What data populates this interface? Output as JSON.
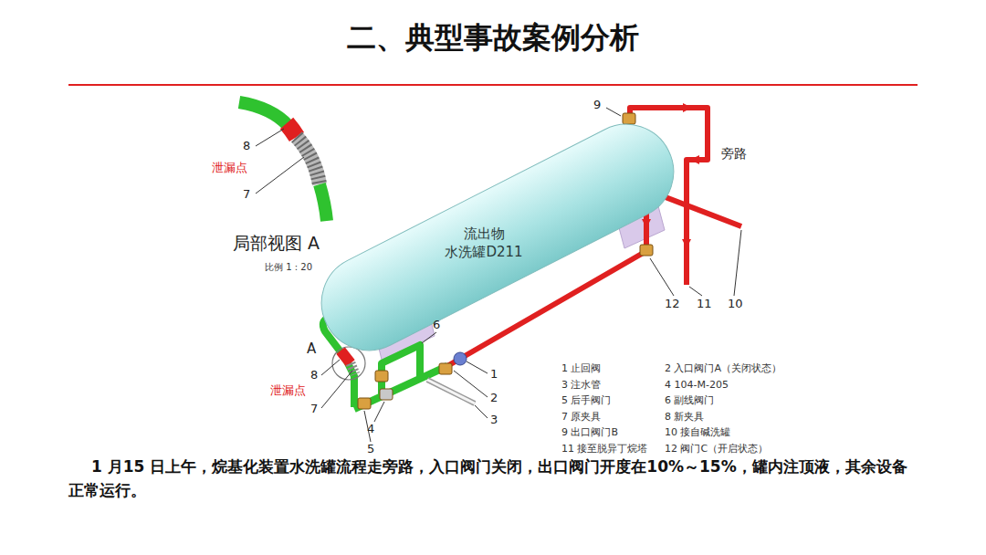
{
  "diagram": {
    "title": "二、典型事故案例分析",
    "caption": "1 月15 日上午，烷基化装置水洗罐流程走旁路，入口阀门关闭，出口阀门开度在10%～15%，罐内注顶液，其余设备正常运行。",
    "nodes": [
      {
        "text": [
          "流出物 水洗罐D211"
        ]
      }
    ],
    "labels": [
      "9",
      "旁路",
      "局部视图 A",
      "比例 1 : 20",
      "8",
      "泄漏点",
      "7",
      "6",
      "A",
      "8",
      "泄漏点",
      "7",
      "1",
      "2",
      "3",
      "4",
      "5",
      "12",
      "11",
      "10",
      "1 止回阀",
      "2 入口阀门A（关闭状态）",
      "3 注水管",
      "4 104-M-205",
      "5 后手阀门",
      "6 副线阀门",
      "7 原夹具",
      "8 新夹具",
      "9 出口阀门B",
      "10 接自碱洗罐",
      "11 接至脱异丁烷塔",
      "12 阀门C（开启状态）"
    ]
  }
}
